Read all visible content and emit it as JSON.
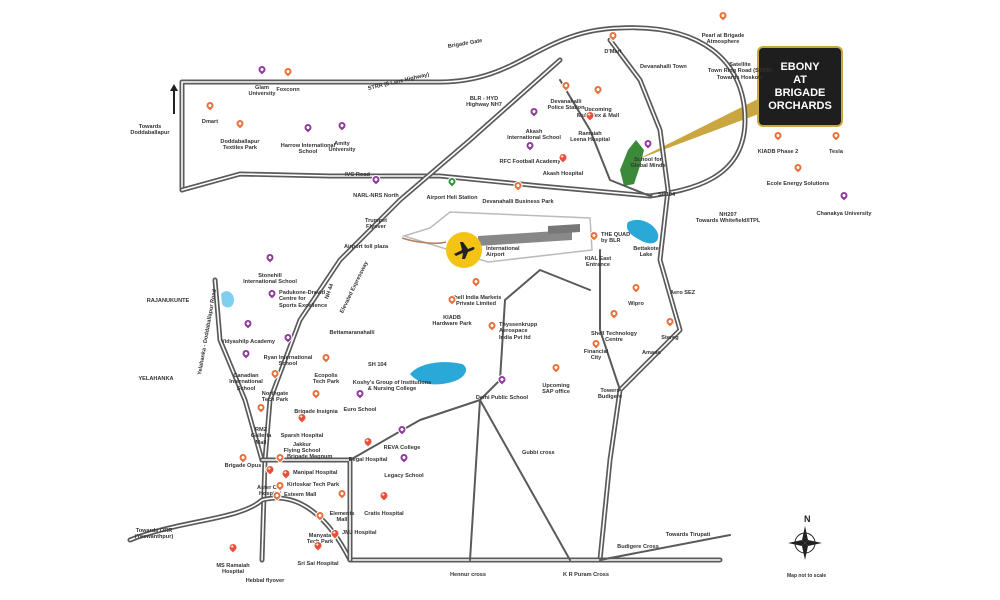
{
  "callout": {
    "line1": "EBONY",
    "line2": "AT",
    "line3": "BRIGADE",
    "line4": "ORCHARDS"
  },
  "colors": {
    "education": "#8e3c9a",
    "business": "#e8703a",
    "hospital": "#e8503a",
    "station": "#2e9a3a",
    "water": "#2aa8d8",
    "road": "#5a5a5a",
    "callout_border": "#c9a640",
    "airport_badge": "#f3c414"
  },
  "compass": {
    "north": "N",
    "note": "Map not to scale"
  },
  "airport": {
    "label": "International\nAirport"
  },
  "roads": {
    "strr": "STRR (8 Lane Highway)",
    "brigade_gate": "Brigade Gate",
    "nh44": "NH 44",
    "elevated": "Elevated Expressway",
    "yelahanka_road": "Yelahanka - Doddaballapur Road"
  },
  "places": [
    {
      "id": "pearl",
      "text": "Pearl at Brigade\nAtmosphere",
      "icon": "business"
    },
    {
      "id": "dmart",
      "text": "D'Mart",
      "icon": "business"
    },
    {
      "id": "devanahalli-town",
      "text": "Devanahalli Town",
      "icon": "none"
    },
    {
      "id": "satellite",
      "text": "Satellite\nTown Ring Road (STRR)\nTowards Hoskote",
      "icon": "none"
    },
    {
      "id": "glam",
      "text": "Glam\nUniversity",
      "icon": "education"
    },
    {
      "id": "foxconn",
      "text": "Foxconn",
      "icon": "business"
    },
    {
      "id": "towards-dodda",
      "text": "Towards\nDoddaballapur",
      "icon": "none"
    },
    {
      "id": "dmart2",
      "text": "Dmart",
      "icon": "business"
    },
    {
      "id": "dodda-textiles",
      "text": "Doddaballapur\nTextiles Park",
      "icon": "business"
    },
    {
      "id": "harrow",
      "text": "Harrow International\nSchool",
      "icon": "education"
    },
    {
      "id": "amity",
      "text": "Amity\nUniversity",
      "icon": "education"
    },
    {
      "id": "blr-hyd",
      "text": "BLR - HYD\nHighway NH7",
      "icon": "none"
    },
    {
      "id": "dev-police",
      "text": "Devanahalli\nPolice Station",
      "icon": "business"
    },
    {
      "id": "multiplex",
      "text": "Upcoming\nMultiplex & Mall",
      "icon": "business"
    },
    {
      "id": "akash-school",
      "text": "Akash\nInternational School",
      "icon": "education"
    },
    {
      "id": "ramaiah-leena",
      "text": "Ramaiah\nLeena Hospital",
      "icon": "hospital"
    },
    {
      "id": "global-minds",
      "text": "School for\nGlobal Minds",
      "icon": "education"
    },
    {
      "id": "kiadb2",
      "text": "KIADB Phase 2",
      "icon": "business"
    },
    {
      "id": "tesla",
      "text": "Tesla",
      "icon": "business"
    },
    {
      "id": "ecole",
      "text": "Ecole Energy Solutions",
      "icon": "business"
    },
    {
      "id": "rfc",
      "text": "RFC Football Academy",
      "icon": "education"
    },
    {
      "id": "akash-hosp",
      "text": "Akash Hospital",
      "icon": "hospital"
    },
    {
      "id": "ivc",
      "text": "IVC Road",
      "icon": "none"
    },
    {
      "id": "narl",
      "text": "NARL-NRS North",
      "icon": "education"
    },
    {
      "id": "heli",
      "text": "Airport Heli Station",
      "icon": "station"
    },
    {
      "id": "dev-biz",
      "text": "Devanahalli Business Park",
      "icon": "business"
    },
    {
      "id": "sh104a",
      "text": "SH104",
      "icon": "none"
    },
    {
      "id": "nh207",
      "text": "NH207\nTowards Whitefield/ITPL",
      "icon": "none"
    },
    {
      "id": "chanakya",
      "text": "Chanakya University",
      "icon": "education"
    },
    {
      "id": "trumpet",
      "text": "Trumpet\nFlyover",
      "icon": "none"
    },
    {
      "id": "toll",
      "text": "Airport toll plaza",
      "icon": "none"
    },
    {
      "id": "quad",
      "text": "THE QUAD\nby BLR",
      "icon": "business"
    },
    {
      "id": "kial",
      "text": "KIAL East\nEntrance",
      "icon": "none"
    },
    {
      "id": "bettakote",
      "text": "Bettakote\nLake",
      "icon": "none"
    },
    {
      "id": "stonehill",
      "text": "Stonehill\nInternational School",
      "icon": "education"
    },
    {
      "id": "padukone",
      "text": "Padukone-Dravid\nCentre for\nSports Excellence",
      "icon": "education"
    },
    {
      "id": "rajanukunte",
      "text": "RAJANUKUNTE",
      "icon": "none"
    },
    {
      "id": "shell-india",
      "text": "Shell India Markets\nPrivate Limited",
      "icon": "business"
    },
    {
      "id": "wipro",
      "text": "Wipro",
      "icon": "business"
    },
    {
      "id": "aero",
      "text": "Aero SEZ",
      "icon": "none"
    },
    {
      "id": "kiadb-hw",
      "text": "KIADB\nHardware Park",
      "icon": "business"
    },
    {
      "id": "vidyashilp",
      "text": "Vidyashilp Academy",
      "icon": "education"
    },
    {
      "id": "bettamaranahalli",
      "text": "Bettamaranahalli",
      "icon": "none"
    },
    {
      "id": "thyssen",
      "text": "Thyssenkrupp\nAerospace\nIndia Pvt ltd",
      "icon": "business"
    },
    {
      "id": "shell-tech",
      "text": "Shell Technology\nCentre",
      "icon": "business"
    },
    {
      "id": "sterreg",
      "text": "Stereg",
      "icon": "business"
    },
    {
      "id": "ryan",
      "text": "Ryan International\nSchool",
      "icon": "education"
    },
    {
      "id": "financial",
      "text": "Financial\nCity",
      "icon": "business"
    },
    {
      "id": "amada",
      "text": "Amada",
      "icon": "none"
    },
    {
      "id": "canadian",
      "text": "Canadian\nInternational\nSchool",
      "icon": "education"
    },
    {
      "id": "ecopolis",
      "text": "Ecopolis\nTech Park",
      "icon": "business"
    },
    {
      "id": "sh104b",
      "text": "SH 104",
      "icon": "none"
    },
    {
      "id": "koshys",
      "text": "Koshy's Group of Institutions\n& Nursing College",
      "icon": "none"
    },
    {
      "id": "sap",
      "text": "Upcoming\nSAP office",
      "icon": "business"
    },
    {
      "id": "yelahanka",
      "text": "YELAHANKA",
      "icon": "none"
    },
    {
      "id": "northgate",
      "text": "Northgate\nTech Park",
      "icon": "business"
    },
    {
      "id": "towers",
      "text": "Towers\nBudigere",
      "icon": "none"
    },
    {
      "id": "euro",
      "text": "Euro School",
      "icon": "education"
    },
    {
      "id": "dps",
      "text": "Delhi Public School",
      "icon": "education"
    },
    {
      "id": "rmz",
      "text": "RMZ\nGalleria\nMall",
      "icon": "business"
    },
    {
      "id": "insignia",
      "text": "Brigade Insignia",
      "icon": "business"
    },
    {
      "id": "sparsh",
      "text": "Sparsh Hospital",
      "icon": "hospital"
    },
    {
      "id": "reva",
      "text": "REVA College",
      "icon": "education"
    },
    {
      "id": "jakkur",
      "text": "Jakkur\nFlying School",
      "icon": "none"
    },
    {
      "id": "gubbi",
      "text": "Gubbi cross",
      "icon": "none"
    },
    {
      "id": "regal",
      "text": "Regal Hospital",
      "icon": "hospital"
    },
    {
      "id": "opus",
      "text": "Brigade Opus",
      "icon": "business"
    },
    {
      "id": "magnum",
      "text": "Brigade Magnum",
      "icon": "business"
    },
    {
      "id": "aster",
      "text": "Aster CMI\nHospital",
      "icon": "hospital"
    },
    {
      "id": "manipal",
      "text": "Manipal Hospital",
      "icon": "hospital"
    },
    {
      "id": "legacy",
      "text": "Legacy School",
      "icon": "education"
    },
    {
      "id": "kirloskar",
      "text": "Kirloskar Tech Park",
      "icon": "business"
    },
    {
      "id": "esteem",
      "text": "Esteem Mall",
      "icon": "business"
    },
    {
      "id": "elements",
      "text": "Elements\nMall",
      "icon": "business"
    },
    {
      "id": "cratis",
      "text": "Cratis Hospital",
      "icon": "hospital"
    },
    {
      "id": "orr",
      "text": "Towards ORR\n(Yeswanthpur)",
      "icon": "none"
    },
    {
      "id": "manyata",
      "text": "Manyata\nTech Park",
      "icon": "business"
    },
    {
      "id": "jmj",
      "text": "JMJ Hospital",
      "icon": "hospital"
    },
    {
      "id": "tirupati",
      "text": "Towards Tirupati",
      "icon": "none"
    },
    {
      "id": "ms-ramaiah",
      "text": "MS Ramaiah\nHospital",
      "icon": "hospital"
    },
    {
      "id": "sri-sai",
      "text": "Sri Sai Hospital",
      "icon": "hospital"
    },
    {
      "id": "budigere",
      "text": "Budigere Cross",
      "icon": "none"
    },
    {
      "id": "hennur",
      "text": "Hennur cross",
      "icon": "none"
    },
    {
      "id": "kr-puram",
      "text": "K R Puram Cross",
      "icon": "none"
    },
    {
      "id": "hebbal",
      "text": "Hebbal flyover",
      "icon": "none"
    }
  ]
}
